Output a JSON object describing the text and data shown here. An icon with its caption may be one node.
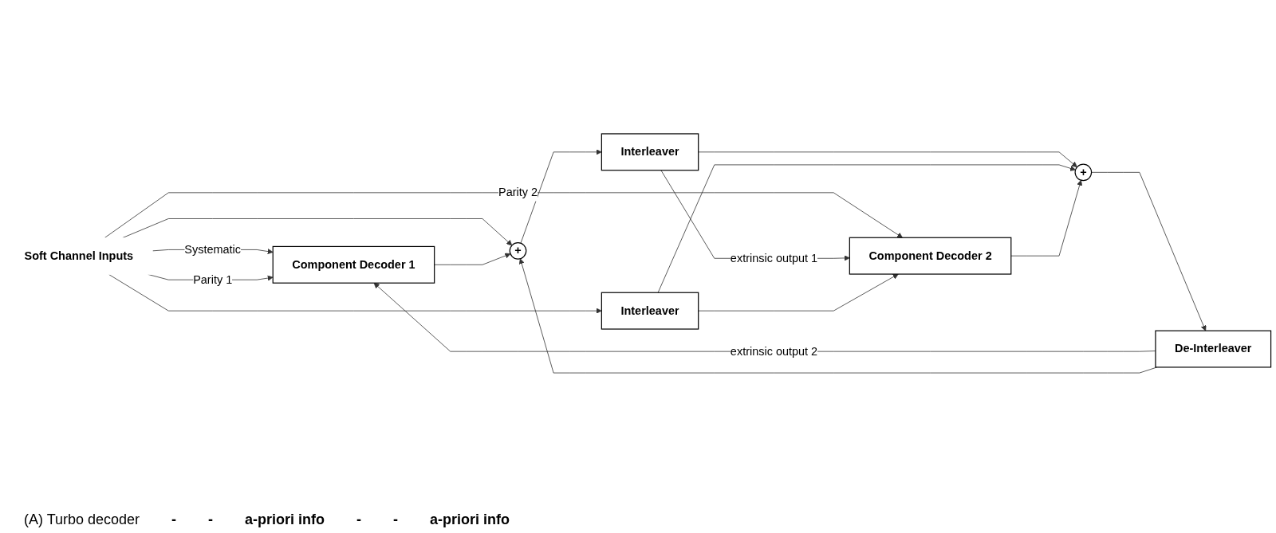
{
  "diagram": {
    "caption": "(A) Turbo decoder",
    "nodes": [
      {
        "text": [
          "Soft Channel Inputs"
        ]
      },
      {
        "text": [
          "Component Decoder 1"
        ]
      },
      {
        "text": [
          "+"
        ]
      },
      {
        "text": [
          "Interleaver"
        ]
      },
      {
        "text": [
          "Interleaver"
        ]
      },
      {
        "text": [
          "Component Decoder 2"
        ]
      },
      {
        "text": [
          "+"
        ]
      },
      {
        "text": [
          "De-Interleaver"
        ]
      }
    ],
    "edges": [
      {
        "from": 0,
        "to": 1,
        "arrow": "to",
        "label": "Systematic"
      },
      {
        "from": 0,
        "to": 1,
        "arrow": "to",
        "label": "Parity 1"
      },
      {
        "from": 0,
        "to": 2,
        "arrow": "to"
      },
      {
        "from": 0,
        "to": 4,
        "arrow": "to"
      },
      {
        "from": 0,
        "to": 5,
        "arrow": "to",
        "label": "Parity 2"
      },
      {
        "from": 1,
        "to": 2,
        "arrow": "to"
      },
      {
        "from": 7,
        "to": 1,
        "arrow": "to",
        "label": "extrinsic output 2"
      },
      {
        "from": 7,
        "to": 2,
        "arrow": "to"
      },
      {
        "from": 2,
        "to": 3,
        "arrow": "to"
      },
      {
        "from": 3,
        "to": 5,
        "arrow": "to",
        "label": "extrinsic output 1"
      },
      {
        "from": 3,
        "to": 6,
        "arrow": "to"
      },
      {
        "from": 4,
        "to": 5,
        "arrow": "to"
      },
      {
        "from": 4,
        "to": 6,
        "arrow": "to"
      },
      {
        "from": 5,
        "to": 6,
        "arrow": "to"
      },
      {
        "from": 6,
        "to": 7,
        "arrow": "to"
      }
    ],
    "labels": [
      "-",
      "-",
      "a-priori info",
      "-",
      "-",
      "a-priori info"
    ]
  }
}
